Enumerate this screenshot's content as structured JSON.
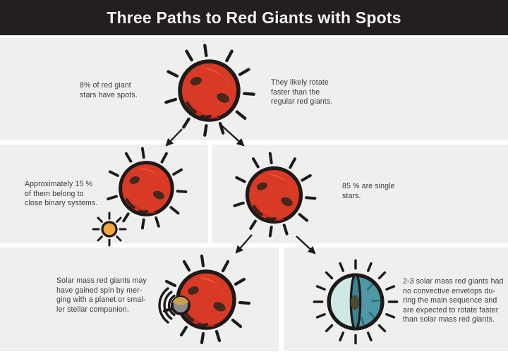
{
  "header": {
    "title": "Three Paths to Red Giants with Spots"
  },
  "panels": {
    "top": {
      "left_note": "8% of red giant\nstars have spots.",
      "right_note": "They likely rotate\nfaster than the\nregular red giants.",
      "illustration": "spotted-red-giant"
    },
    "middle_left": {
      "note": "Approximately 15 %\nof them belong to\nclose binary systems.",
      "illustration": "red-giant-with-close-binary-companion-star"
    },
    "middle_right": {
      "note": "85 % are single\nstars.",
      "illustration": "spotted-red-giant"
    },
    "bottom_left": {
      "note": "Solar mass red giants may\nhave gained spin by mer-\nging with a planet or smal-\nler stellar companion.",
      "illustration": "red-giant-merging-with-planet"
    },
    "bottom_right": {
      "note": "2-3 solar mass red giants had\nno convective envelops du-\nring the main sequence and\nare expected to rotate faster\nthan solar mass red giants.",
      "illustration": "cutaway-fast-rotating-red-giant"
    }
  },
  "colors": {
    "header_bg": "#231f20",
    "header_text": "#f2f1f1",
    "panel_bg": "#efefee",
    "gap": "#ffffff",
    "note_text": "#3e3a39",
    "outline": "#1d1a19",
    "red_giant": "#d93a26",
    "red_giant_shade": "#c02f1f",
    "red_giant_highlight": "#ec5c33",
    "star_spot": "#44291d",
    "companion_star": "#f2a63b",
    "planet_gray": "#8d8d8d",
    "planet_crescent": "#c9a050",
    "cutaway_envelope": "#cfe8e5",
    "cutaway_interior": "#4f98a6",
    "cutaway_cut_plane": "#3d8294",
    "cutaway_core": "#4a4931"
  }
}
